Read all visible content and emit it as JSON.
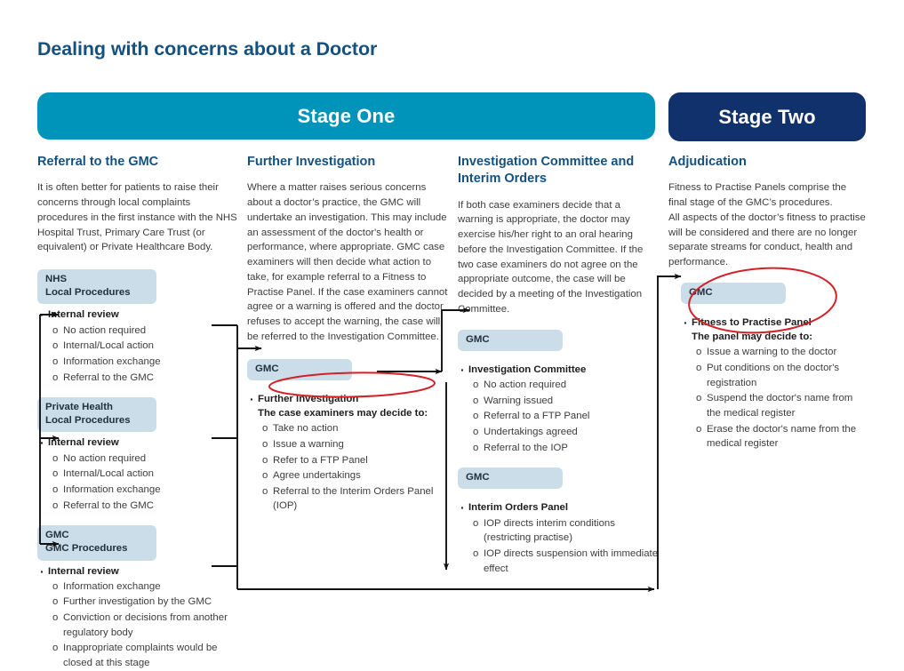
{
  "page_title": "Dealing with concerns about a Doctor",
  "colors": {
    "stage_one": "#0094BB",
    "stage_two": "#10316B",
    "heading": "#15517F",
    "box_fill": "#CBDDE9",
    "annotation": "#D42027",
    "connector": "#111111"
  },
  "banners": {
    "stage_one": "Stage One",
    "stage_two": "Stage Two"
  },
  "columns": [
    {
      "id": "referral",
      "heading": "Referral to the GMC",
      "intro": "It is often better for patients to raise their concerns through local complaints procedures in the first instance with the NHS Hospital Trust, Primary Care Trust (or equivalent) or Private Healthcare Body.",
      "groups": [
        {
          "box": "NHS\nLocal Procedures",
          "bullet": "Internal review",
          "items": [
            "No action required",
            "Internal/Local action",
            "Information exchange",
            "Referral to the GMC"
          ]
        },
        {
          "box": "Private Health\nLocal Procedures",
          "bullet": "Internal review",
          "items": [
            "No action required",
            "Internal/Local action",
            "Information exchange",
            "Referral to the GMC"
          ]
        },
        {
          "box": "GMC\nGMC Procedures",
          "bullet": "Internal review",
          "items": [
            "Information exchange",
            "Further investigation by the GMC",
            "Conviction or decisions from another regulatory body",
            "Inappropriate complaints would be closed at this stage"
          ]
        }
      ]
    },
    {
      "id": "further-investigation",
      "heading": "Further Investigation",
      "intro": "Where a matter raises serious concerns about a doctor’s practice, the GMC will undertake an investigation.  This may include an assessment of the doctor's health or performance, where appropriate.  GMC case examiners will then decide what action to take, for example referral to a Fitness to Practise Panel.  If the case examiners cannot agree or a warning is offered and the doctor refuses to accept the warning, the case will be referred to the Investigation Committee.",
      "groups": [
        {
          "box": "GMC",
          "bullet": "Further Investigation",
          "subhead": "The case examiners may decide to:",
          "items": [
            "Take no action",
            "Issue a warning",
            "Refer to a FTP Panel",
            "Agree undertakings",
            "Referral to the Interim Orders Panel (IOP)"
          ]
        }
      ]
    },
    {
      "id": "investigation-committee",
      "heading": "Investigation Committee and Interim Orders",
      "intro": "If both case examiners decide that a warning is appropriate, the doctor may exercise his/her right to an oral hearing before the Investigation Committee. If the two case examiners do not agree on the appropriate outcome, the case will be decided by a meeting of the Investigation Committee.",
      "groups": [
        {
          "box": "GMC",
          "bullet": "Investigation Committee",
          "items": [
            "No action required",
            "Warning issued",
            "Referral to a FTP Panel",
            "Undertakings agreed",
            "Referral to the IOP"
          ]
        },
        {
          "box": "GMC",
          "bullet": "Interim Orders Panel",
          "items": [
            "IOP directs interim conditions (restricting practise)",
            "IOP directs suspension with immediate effect"
          ]
        }
      ]
    },
    {
      "id": "adjudication",
      "heading": "Adjudication",
      "intro": "Fitness to Practise Panels comprise the final stage of the GMC’s procedures.\nAll aspects of the doctor’s fitness to practise will be considered and there are no longer separate streams for conduct, health and performance.",
      "groups": [
        {
          "box": "GMC",
          "bullet": "Fitness to Practise Panel",
          "subhead": "The panel may decide to:",
          "items": [
            "Issue a warning to the doctor",
            "Put conditions on the doctor's registration",
            "Suspend the doctor's name from the medical register",
            "Erase the doctor's name from the medical register"
          ]
        }
      ]
    }
  ]
}
